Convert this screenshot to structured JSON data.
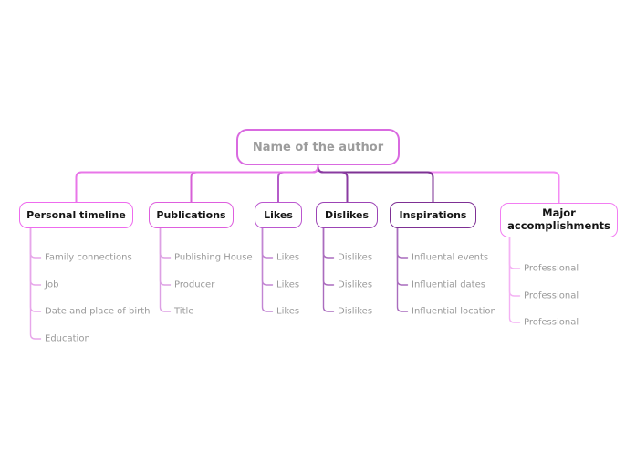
{
  "root": {
    "label": "Name of the author",
    "border_color": "#d96ae0",
    "text_color": "#9c9c9c"
  },
  "branches": [
    {
      "label": "Personal timeline",
      "border_color": "#ee6bee",
      "line_color": "#e876e8",
      "item_line_color": "#e7a6ea",
      "items": [
        "Family connections",
        "Job",
        "Date and place of birth",
        "Education"
      ]
    },
    {
      "label": "Publications",
      "border_color": "#de5fde",
      "line_color": "#d75fd7",
      "item_line_color": "#dda0e4",
      "items": [
        "Publishing House",
        "Producer",
        "Title"
      ]
    },
    {
      "label": "Likes",
      "border_color": "#bb57cf",
      "line_color": "#b55cc9",
      "item_line_color": "#c285d3",
      "items": [
        "Likes",
        "Likes",
        "Likes"
      ]
    },
    {
      "label": "Dislikes",
      "border_color": "#9c44b5",
      "line_color": "#8a3ba1",
      "item_line_color": "#aa6cbe",
      "items": [
        "Dislikes",
        "Dislikes",
        "Dislikes"
      ]
    },
    {
      "label": "Inspirations",
      "border_color": "#7e3094",
      "line_color": "#7e3294",
      "item_line_color": "#a96cbd",
      "items": [
        "Influental events",
        "Influential dates",
        "Influential location"
      ]
    },
    {
      "label": "Major accomplishments",
      "border_color": "#f27df2",
      "line_color": "#f48cf4",
      "item_line_color": "#f4b2f4",
      "items": [
        "Professional",
        "Professional",
        "Professional"
      ]
    }
  ],
  "palette": {
    "canvas_bg": "#ffffff",
    "topic_text": "#141414",
    "subtopic_text": "#9a9a9a"
  }
}
